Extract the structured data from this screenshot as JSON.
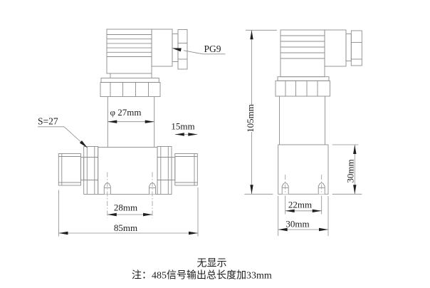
{
  "drawing": {
    "front_view": {
      "pg9_label": "PG9",
      "wrench_size_label": "S=27",
      "diameter_label": "φ 27mm",
      "port_length_label": "15mm",
      "probe_spacing_label": "28mm",
      "overall_length_label": "85mm"
    },
    "side_view": {
      "overall_height_label": "105mm",
      "lower_body_height_label": "30mm",
      "probe_spacing_label": "22mm",
      "lower_body_width_label": "30mm"
    },
    "notes": {
      "display_note": "无显示",
      "output_note": "注：485信号输出总长度加33mm"
    }
  }
}
